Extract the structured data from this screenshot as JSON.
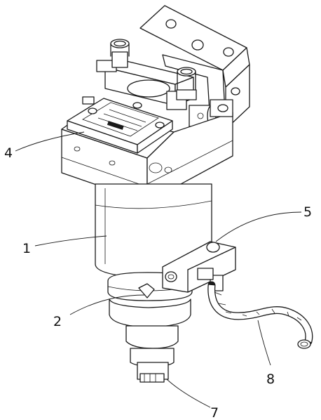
{
  "callouts": [
    {
      "id": "c1",
      "label": "1"
    },
    {
      "id": "c2",
      "label": "2"
    },
    {
      "id": "c4",
      "label": "4"
    },
    {
      "id": "c5",
      "label": "5"
    },
    {
      "id": "c7",
      "label": "7"
    },
    {
      "id": "c8",
      "label": "8"
    }
  ]
}
